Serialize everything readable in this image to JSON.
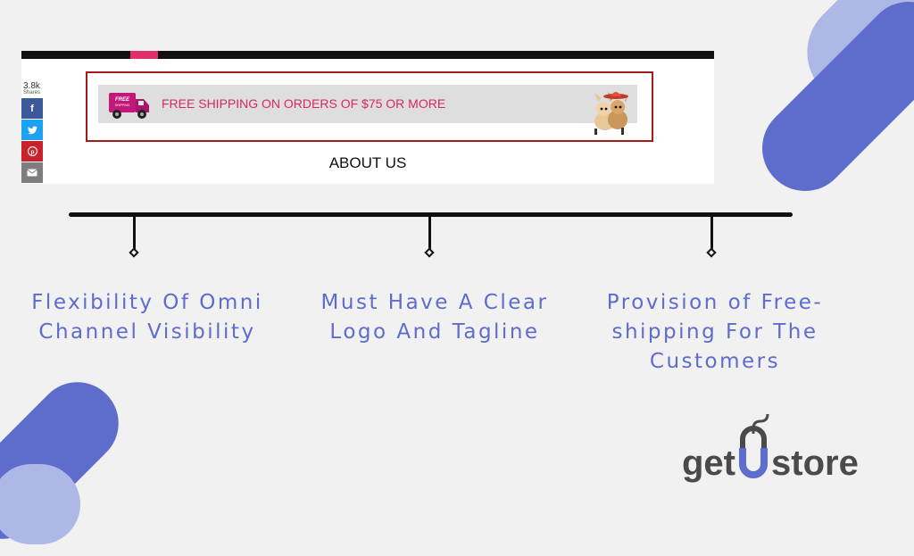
{
  "screenshot": {
    "share_count": "3.8k",
    "share_label": "Shares",
    "share_buttons": [
      {
        "icon": "facebook-icon",
        "glyph": "f"
      },
      {
        "icon": "twitter-icon",
        "glyph": "❧"
      },
      {
        "icon": "pinterest-icon",
        "glyph": "P"
      },
      {
        "icon": "email-icon",
        "glyph": "✉"
      }
    ],
    "truck_badge": "FREE\nSHIPPING",
    "banner_text": "FREE SHIPPING ON ORDERS OF $75 OR MORE",
    "about_link": "ABOUT US"
  },
  "timeline": {
    "items": [
      {
        "line1": "Flexibility Of Omni",
        "line2": "Channel Visibility",
        "line3": ""
      },
      {
        "line1": "Must Have A Clear",
        "line2": "Logo And Tagline",
        "line3": ""
      },
      {
        "line1": "Provision of Free-",
        "line2": "shipping For The",
        "line3": "Customers"
      }
    ]
  },
  "logo": {
    "text_left": "get",
    "text_right": "store"
  },
  "colors": {
    "accent": "#5e6ccb",
    "accent_light": "#aeb8e6",
    "banner_pink": "#d8266c",
    "frame_red": "#a31b1b"
  }
}
